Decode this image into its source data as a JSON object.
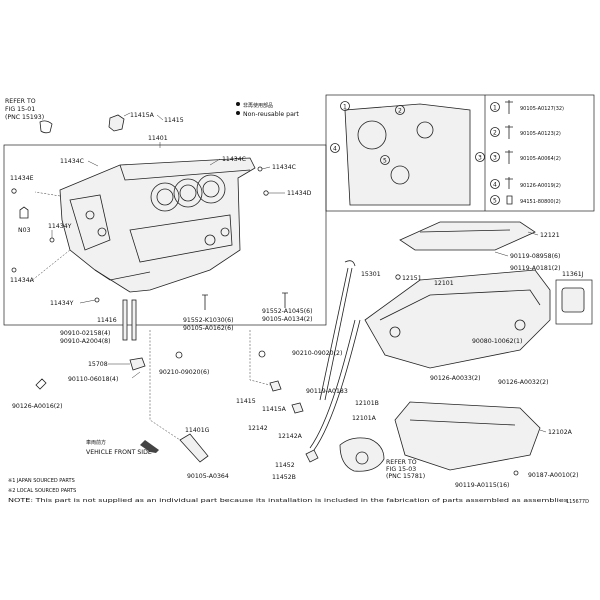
{
  "legend_top": {
    "reuse": "Non-reusable part",
    "reuse_jp": "非再使用部品"
  },
  "refer_top": {
    "line1": "REFER TO",
    "line2": "FIG 15-01",
    "line3": "(PNC 15193)"
  },
  "refer_bottom": {
    "line1": "REFER TO",
    "line2": "FIG 15-03",
    "line3": "(PNC 15781)"
  },
  "vehicle_front": {
    "jp": "車両前方",
    "en": "VEHICLE FRONT SIDE"
  },
  "notes": {
    "n1": "※1 JAPAN SOURCED PARTS",
    "n2": "※2 LOCAL SOURCED PARTS",
    "n3": "NOTE: This part is not supplied as an individual part because its installation is included in the fabrication of parts assembled as assemblies"
  },
  "figure_id": "115677D",
  "labels": {
    "p11415A_top": "11415A",
    "p11415_top": "11415",
    "p11401": "11401",
    "p11434C_a": "11434C",
    "p11434C_b": "11434C",
    "p11434C_c": "11434C",
    "p11434E": "11434E",
    "p11434D": "11434D",
    "pN03": "N03",
    "p11434Y_a": "11434Y",
    "p11434A": "11434A",
    "p11434Y_b": "11434Y",
    "p11416": "11416",
    "b_90910_02158": "90910-02158(4)",
    "b_90910_A2004": "90910-A2004(8)",
    "p15708": "15708",
    "b_90110_06018": "90110-06018(4)",
    "b_90126_A0016": "90126-A0016(2)",
    "b_91552": "91552-A1045(6)",
    "b_90105_A0134": "90105-A0134(2)",
    "b_91552_b": "91552-K1030(6)",
    "b_90105_A0162": "90105-A0162(6)",
    "b_90210_09020_a": "90210-09020(6)",
    "b_90210_09020_b": "90210-09020(2)",
    "p15301": "15301",
    "b_90119_A0183": "90119-A0183",
    "p11415_mid": "11415",
    "p11415A_mid": "11415A",
    "p11401G": "11401G",
    "b_90105_A0364": "90105-A0364",
    "p12142": "12142",
    "p12142A": "12142A",
    "p11452": "11452",
    "p11452B": "11452B",
    "p12101A": "12101A",
    "p12101B": "12101B",
    "p12151": "12151",
    "p12101": "12101",
    "p12121": "12121",
    "b_90119_08958": "90119-08958(6)",
    "b_90119_A0181": "90119-A0181(2)",
    "p11361J": "11361J",
    "b_90080_10062": "90080-10062(1)",
    "b_90126_A0033": "90126-A0033(2)",
    "b_90126_A0032": "90126-A0032(2)",
    "p12102A": "12102A",
    "b_90187_A0010": "90187-A0010(2)",
    "b_90119_A0115": "90119-A0115(16)",
    "b_90105_A0127": "90105-A0127(32)",
    "b_90105_A0123": "90105-A0123(2)",
    "b_90105_A0064": "90105-A0064(2)",
    "b_90126_A0019": "90126-A0019(2)",
    "b_94151_80800": "94151-80800(2)"
  },
  "callouts": [
    "1",
    "2",
    "3",
    "4",
    "5"
  ]
}
